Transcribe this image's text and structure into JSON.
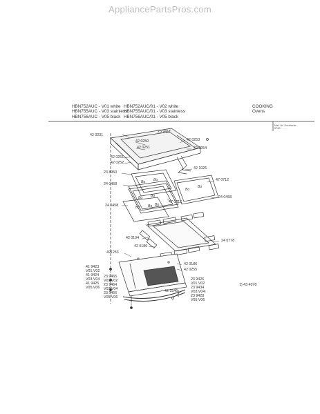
{
  "watermark": "AppliancePartsPros.com",
  "header": {
    "models_col1": [
      "HBN752AUC - V01 white",
      "HBN755AUC - V03 stainless",
      "HBN756AUC - V05 black"
    ],
    "models_col2": [
      "HBN752AUC/01 - V02 white",
      "HBN755AUC/01 - V03 stainless",
      "HBN756AUC/01 - V05 black"
    ],
    "category": "COOKING",
    "subcategory": "Ovens",
    "table_hint_1": "Mat.-Nr. Konstante",
    "table_hint_2": "5740 . . . . ."
  },
  "callouts": [
    {
      "id": "c1",
      "text": "23 9411"
    },
    {
      "id": "c2",
      "text": "42 0231"
    },
    {
      "id": "c3",
      "text": "42 0250"
    },
    {
      "id": "c4",
      "text": "42 0253"
    },
    {
      "id": "c5",
      "text": "42 0251"
    },
    {
      "id": "c6",
      "text": "42 0254"
    },
    {
      "id": "c7",
      "text": "42 0251"
    },
    {
      "id": "c8",
      "text": "42 0252"
    },
    {
      "id": "c9",
      "text": "42 1026"
    },
    {
      "id": "c10",
      "text": "23 8950"
    },
    {
      "id": "c11",
      "text": "47 0712"
    },
    {
      "id": "c12",
      "text": "24 0458"
    },
    {
      "id": "c13",
      "text": "47 0712"
    },
    {
      "id": "c14",
      "text": "24 0458"
    },
    {
      "id": "c15",
      "text": "24 0458"
    },
    {
      "id": "c16",
      "text": "24 0778"
    },
    {
      "id": "c17",
      "text": "42 0194"
    },
    {
      "id": "c18",
      "text": "42 0186"
    },
    {
      "id": "c19",
      "text": "491253"
    },
    {
      "id": "c20",
      "text": "42 0186"
    },
    {
      "id": "c21",
      "text": "42 0255"
    },
    {
      "id": "c22",
      "text": "41 9423"
    },
    {
      "id": "c23",
      "text": "V01,V02"
    },
    {
      "id": "c24",
      "text": "41 9424"
    },
    {
      "id": "c25",
      "text": "V03,V04"
    },
    {
      "id": "c26",
      "text": "41 9425"
    },
    {
      "id": "c27",
      "text": "V05,V06"
    },
    {
      "id": "c28",
      "text": "23 9465"
    },
    {
      "id": "c29",
      "text": "V01,V02"
    },
    {
      "id": "c30",
      "text": "23 9464"
    },
    {
      "id": "c31",
      "text": "V03,V04"
    },
    {
      "id": "c32",
      "text": "23 9466"
    },
    {
      "id": "c33",
      "text": "V05,V06"
    },
    {
      "id": "c34",
      "text": "23 9426"
    },
    {
      "id": "c35",
      "text": "V01,V02"
    },
    {
      "id": "c36",
      "text": "23 9434"
    },
    {
      "id": "c37",
      "text": "V03,V04;"
    },
    {
      "id": "c38",
      "text": "23 9428"
    },
    {
      "id": "c39",
      "text": "V05,V06"
    },
    {
      "id": "c40",
      "text": "42 1546"
    },
    {
      "id": "c41",
      "text": "1) 43 4078"
    }
  ]
}
